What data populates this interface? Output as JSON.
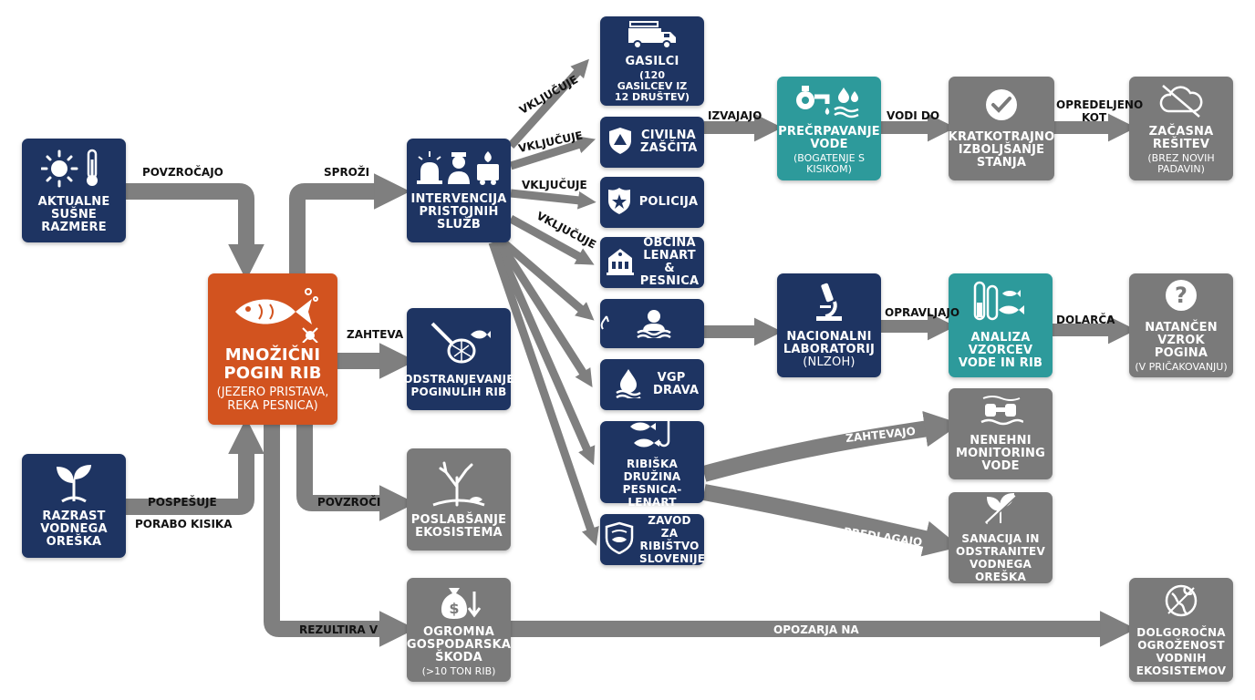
{
  "colors": {
    "navy": "#1e3462",
    "orange": "#d2531f",
    "teal": "#2d9a9b",
    "gray": "#7a7a7a",
    "arrow": "#7f7f7f"
  },
  "nodes": {
    "drought": {
      "title": "AKTUALNE SUŠNE RAZMERE",
      "icon": "sun-thermometer-icon"
    },
    "weed": {
      "title": "RAZRAST VODNEGA OREŠKA",
      "icon": "sprout-icon"
    },
    "fishkill": {
      "title": "MNOŽIČNI POGIN RIB",
      "subtitle": "(JEZERO PRISTAVA, REKA PESNICA)",
      "icon": "dead-fish-icon"
    },
    "services": {
      "title": "INTERVENCIJA PRISTOJNIH SLUŽB",
      "icon": "emergency-services-icon"
    },
    "removal": {
      "title": "ODSTRANJEVANJE POGINULIH RIB",
      "icon": "fishing-net-icon"
    },
    "ecosystem": {
      "title": "POSLABŠANJE EKOSISTEMA",
      "icon": "dead-tree-icon"
    },
    "damage": {
      "title": "OGROMNA GOSPODARSKA ŠKODA",
      "subtitle": "(>10 TON RIB)",
      "icon": "money-bag-icon"
    },
    "firefighters": {
      "title": "GASILCI",
      "subtitle": "(120 GASILCEV IZ 12 DRUŠTEV)",
      "icon": "fire-truck-icon"
    },
    "civil": {
      "title": "CIVILNA ZAŠČITA",
      "icon": "shield-triangle-icon"
    },
    "police": {
      "title": "POLICIJA",
      "icon": "police-badge-icon"
    },
    "municipality": {
      "title": "OBČINA LENART & PESNICA",
      "icon": "town-hall-icon"
    },
    "lifeguard": {
      "title": "",
      "icon": "water-rescue-icon"
    },
    "vgp": {
      "title": "VGP DRAVA",
      "icon": "water-drop-icon"
    },
    "fishsociety": {
      "title": "RIBIŠKA DRUŽINA PESNICA-LENART",
      "icon": "fish-hook-icon"
    },
    "institute": {
      "title": "ZAVOD ZA RIBIŠTVO SLOVENIJE",
      "icon": "institute-emblem-icon"
    },
    "pumping": {
      "title": "PREČRPAVANJE VODE",
      "subtitle": "(BOGATENJE S KISIKOM)",
      "icon": "pump-water-icon"
    },
    "improvement": {
      "title": "KRATKOTRAJNO IZBOLJŠANJE STANJA",
      "icon": "check-circle-icon"
    },
    "temporary": {
      "title": "ZAČASNA REŠITEV",
      "subtitle": "(BREZ NOVIH PADAVIN)",
      "icon": "no-rain-cloud-icon"
    },
    "lab": {
      "title": "NACIONALNI LABORATORIJ",
      "subtitle": "(NLZOH)",
      "icon": "microscope-icon"
    },
    "analysis": {
      "title": "ANALIZA VZORCEV VODE IN RIB",
      "icon": "test-tubes-fish-icon"
    },
    "cause": {
      "title": "NATANČEN VZROK POGINA",
      "subtitle": "(V PRIČAKOVANJU)",
      "icon": "question-circle-icon"
    },
    "monitoring": {
      "title": "NENEHNI MONITORING VODE",
      "icon": "binoculars-icon"
    },
    "sanation": {
      "title": "SANACIJA IN ODSTRANITEV VODNEGA OREŠKA",
      "icon": "no-plant-icon"
    },
    "longterm": {
      "title": "DOLGOROČNA OGROŽENOST VODNIH EKOSISTEMOV",
      "icon": "globe-warning-icon"
    }
  },
  "labels": {
    "causes": "POVZROČAJO",
    "accelerates": "POSPEŠUJE",
    "oxygen_use": "PORABO KISIKA",
    "triggers": "SPROŽI",
    "requires": "ZAHTEVA",
    "worsens": "POVZROČI",
    "results_in": "REZULTIRA V",
    "includes": "VKLJUČUJE",
    "perform": "IZVAJAJO",
    "lead_to": "VODI DO",
    "determined": "OPREDELJENO",
    "determined2": "KOT",
    "perform_lab": "OPRAVLJAJO",
    "determines": "DOLARČA",
    "demand": "ZAHTEVAJO",
    "propose": "PREDLAGAJO",
    "warns": "OPOZARJA NA"
  }
}
